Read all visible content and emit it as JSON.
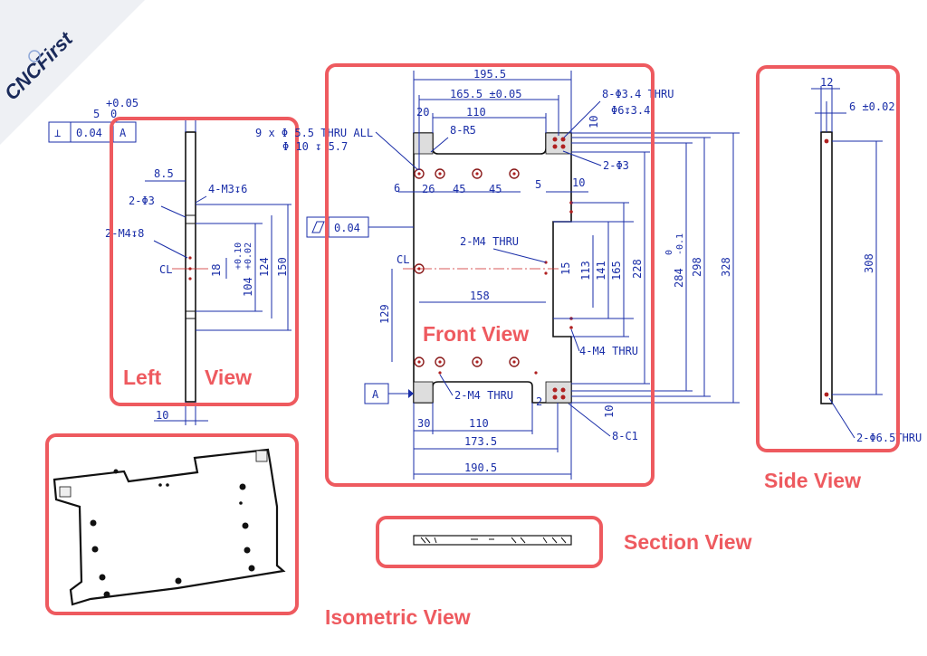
{
  "brand": {
    "name": "CNCFirst"
  },
  "view_labels": {
    "left": "Left",
    "left_view": "View",
    "front": "Front View",
    "side": "Side View",
    "section": "Section View",
    "isometric": "Isometric View"
  },
  "left_view": {
    "tol_plus": "+0.05",
    "tol_zero": "0",
    "dim_5": "5",
    "flatness_symbol": "⊥",
    "flatness_value": "0.04",
    "datum_a": "A",
    "dim_8_5": "8.5",
    "m3": "4-M3↧6",
    "phi3": "2-Φ3",
    "m4": "2-M4↧8",
    "cl": "CL",
    "dim_18": "18",
    "dim_104": "104",
    "dim_104_tol_plus": "+0.10",
    "dim_104_tol_minus": "+0.02",
    "dim_124": "124",
    "dim_150": "150",
    "dim_10": "10"
  },
  "front_view": {
    "dim_195_5": "195.5",
    "dim_165_5": "165.5 ±0.05",
    "dim_20": "20",
    "dim_110_top": "110",
    "r5": "8-R5",
    "thru_all_1": "9 x Φ 5.5 THRU ALL",
    "thru_all_2": "Φ 10 ↧ 5.7",
    "holes_3_4": "8-Φ3.4 THRU",
    "holes_6": "Φ6↧3.4",
    "dim_10_tr": "10",
    "dim_2phi3": "2-Φ3",
    "dim_6": "6",
    "dim_26": "26",
    "dim_45a": "45",
    "dim_45b": "45",
    "dim_5": "5",
    "dim_10b": "10",
    "parallel_value": "0.04",
    "m4_thru_mid": "2-M4 THRU",
    "cl": "CL",
    "dim_15": "15",
    "dim_113": "113",
    "dim_141": "141",
    "dim_165": "165",
    "dim_228": "228",
    "dim_284": "284",
    "dim_284_tol_zero": "0",
    "dim_284_tol_minus": "-0.1",
    "dim_298": "298",
    "dim_328": "328",
    "dim_158": "158",
    "dim_129": "129",
    "m4_thru_4": "4-M4 THRU",
    "datum_a": "A",
    "m4_thru_bot": "2-M4 THRU",
    "dim_2": "2",
    "dim_10c": "10",
    "dim_30": "30",
    "dim_110_bot": "110",
    "c1": "8-C1",
    "dim_173_5": "173.5",
    "dim_190_5": "190.5"
  },
  "side_view": {
    "dim_12": "12",
    "dim_6": "6 ±0.02",
    "dim_308": "308",
    "holes": "2-Φ6.5THRU"
  }
}
